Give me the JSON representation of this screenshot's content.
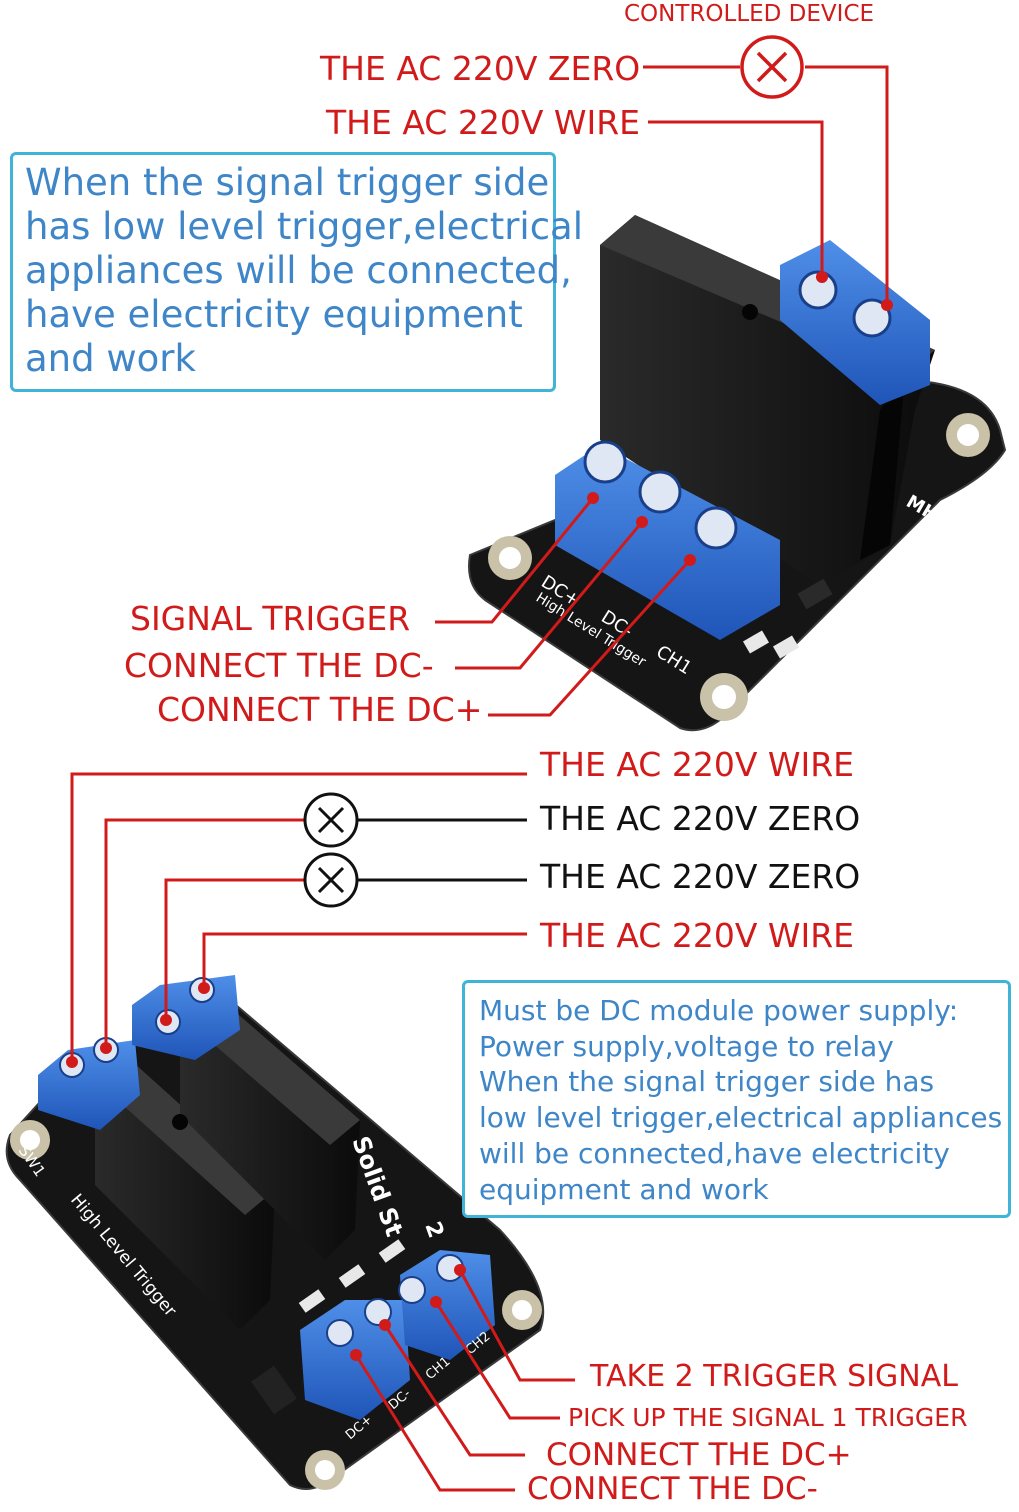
{
  "top": {
    "controlled_device": "CONTROLLED DEVICE",
    "ac_zero": "THE AC 220V ZERO",
    "ac_wire": "THE AC 220V WIRE",
    "info_lines": [
      "When the signal trigger side",
      "has low level trigger,electrical",
      "appliances will be connected,",
      "have electricity equipment",
      "and work"
    ],
    "signal_trigger": "SIGNAL TRIGGER",
    "connect_dc_minus": "CONNECT THE DC-",
    "connect_dc_plus": "CONNECT THE DC+",
    "board_terminal_labels": [
      "DC+",
      "DC-",
      "CH1"
    ],
    "board_text": "High Level Trigger",
    "board_mark": "MH"
  },
  "bottom": {
    "ac_wire_1": "THE AC 220V WIRE",
    "ac_zero_1": "THE AC 220V ZERO",
    "ac_zero_2": "THE AC 220V ZERO",
    "ac_wire_2": "THE AC 220V WIRE",
    "info_lines": [
      "Must be DC module power supply:",
      "Power supply,voltage to relay",
      "When the signal trigger side has",
      "low level trigger,electrical appliances",
      "will be connected,have electricity",
      "equipment and work"
    ],
    "take_2_trigger": "TAKE 2 TRIGGER SIGNAL",
    "pick_up_signal_1": "PICK UP THE SIGNAL 1 TRIGGER",
    "connect_dc_plus": "CONNECT THE DC+",
    "connect_dc_minus": "CONNECT THE DC-",
    "board_terminal_labels": [
      "DC+",
      "DC-",
      "CH1",
      "CH2"
    ],
    "board_text": "High Level Trigger",
    "board_text_2": "Solid St",
    "board_mark": "SW1",
    "board_number": "2"
  },
  "colors": {
    "label_red": "#d11a1a",
    "info_blue": "#3f86c8",
    "box_border": "#3fb4d6",
    "terminal_blue": "#2f6fd0",
    "pcb": "#141414"
  }
}
